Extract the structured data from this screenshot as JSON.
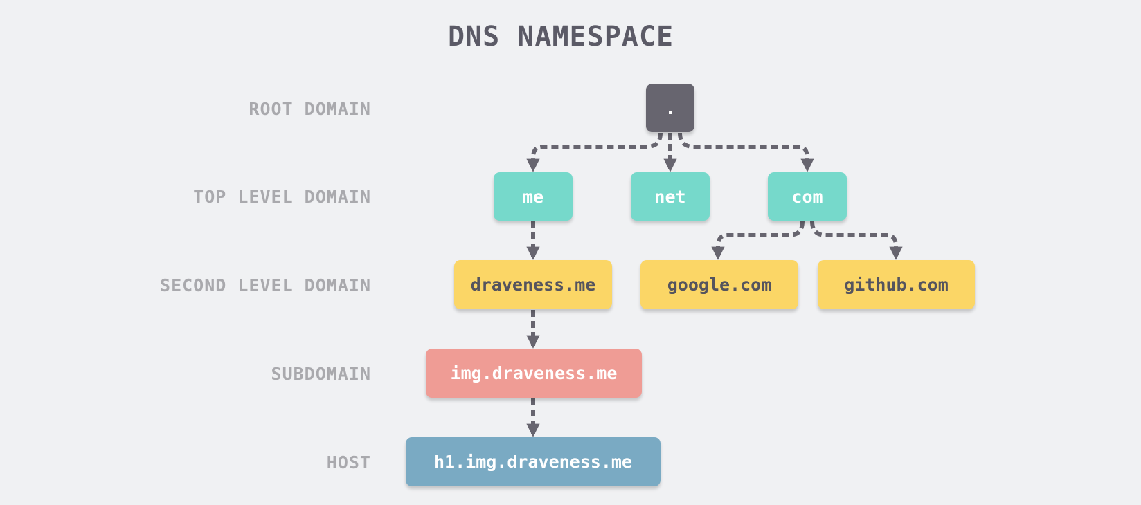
{
  "title": "DNS NAMESPACE",
  "levels": {
    "root": "ROOT DOMAIN",
    "tld": "TOP LEVEL DOMAIN",
    "sld": "SECOND LEVEL DOMAIN",
    "subdomain": "SUBDOMAIN",
    "host": "HOST"
  },
  "nodes": {
    "root": ".",
    "me": "me",
    "net": "net",
    "com": "com",
    "draveness": "draveness.me",
    "google": "google.com",
    "github": "github.com",
    "img": "img.draveness.me",
    "h1": "h1.img.draveness.me"
  },
  "colors": {
    "root": "#67656f",
    "top_level": "#76d9cb",
    "second_level": "#fbd666",
    "subdomain": "#ef9c95",
    "host": "#7aaac3",
    "connector": "#67656f"
  }
}
